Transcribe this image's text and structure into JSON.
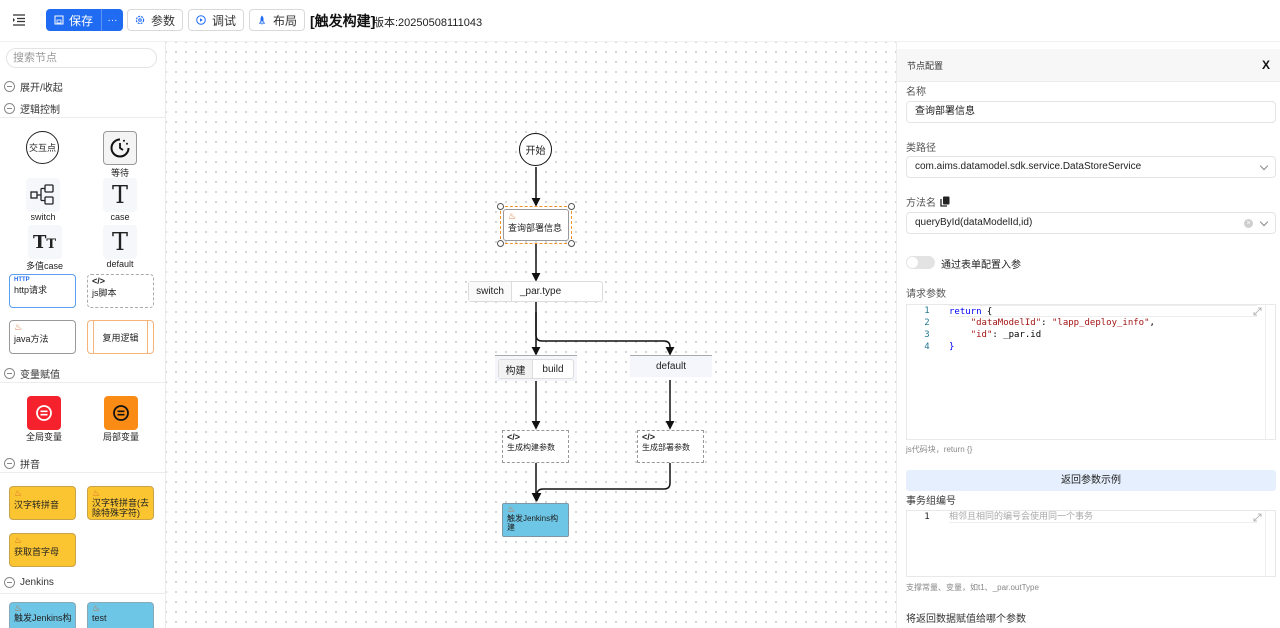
{
  "toolbar": {
    "save_label": "保存",
    "more_label": "···",
    "params_label": "参数",
    "debug_label": "调试",
    "layout_label": "布局",
    "title": "[触发构建]",
    "version": "版本:20250508111043"
  },
  "sidebar": {
    "search_placeholder": "搜索节点",
    "expand_collapse": "展开/收起",
    "groups": {
      "logic": "逻辑控制",
      "variable": "变量赋值",
      "pinyin": "拼音",
      "jenkins": "Jenkins"
    },
    "logic_items": {
      "interaction": "交互点",
      "wait": "等待",
      "switch": "switch",
      "case": "case",
      "multi_case": "多值case",
      "default": "default",
      "http_tag": "HTTP",
      "http": "http请求",
      "js": "js脚本",
      "java": "java方法",
      "reuse": "复用逻辑"
    },
    "variable_items": {
      "global": "全局变量",
      "local": "局部变量"
    },
    "pinyin_items": [
      "汉字转拼音",
      "汉字转拼音(去除特殊字符)",
      "获取首字母"
    ],
    "jenkins_items": [
      "触发Jenkins构",
      "test"
    ]
  },
  "canvas": {
    "start": "开始",
    "query_node": "查询部署信息",
    "switch_label": "switch",
    "switch_expr": "_par.type",
    "case_label": "构建",
    "case_value": "build",
    "default_label": "default",
    "gen_build": "生成构建参数",
    "gen_deploy": "生成部署参数",
    "trigger_line1": "触发Jenkins构",
    "trigger_line2": "建"
  },
  "panel": {
    "title": "节点配置",
    "close": "X",
    "name_label": "名称",
    "name_value": "查询部署信息",
    "class_label": "类路径",
    "class_value": "com.aims.datamodel.sdk.service.DataStoreService",
    "method_label": "方法名",
    "method_value": "queryById(dataModelId,id)",
    "toggle_label": "通过表单配置入参",
    "toggle_on": false,
    "req_label": "请求参数",
    "code_lines": {
      "l1_kw": "return",
      "l1_rest": " {",
      "l2_key": "\"dataModelId\"",
      "l2_sep": ": ",
      "l2_val": "\"lapp_deploy_info\"",
      "l2_end": ",",
      "l3_key": "\"id\"",
      "l3_rest": ": _par.id",
      "l4": "}"
    },
    "line_numbers": [
      "1",
      "2",
      "3",
      "4"
    ],
    "req_hint": "js代码块，return {}",
    "return_example": "返回参数示例",
    "tx_label": "事务组编号",
    "tx_line": "1",
    "tx_placeholder": "相邻且相同的编号会使用同一个事务",
    "tx_hint": "支撑常量、变量，如t1、_par.outType",
    "assign_label": "将返回数据赋值给哪个参数"
  },
  "colors": {
    "primary": "#1f6bf2",
    "global_var": "#f5222d",
    "local_var": "#fa8c16",
    "pinyin": "#fbc531",
    "jenkins": "#6ec6e6",
    "selected": "#f0932b"
  }
}
